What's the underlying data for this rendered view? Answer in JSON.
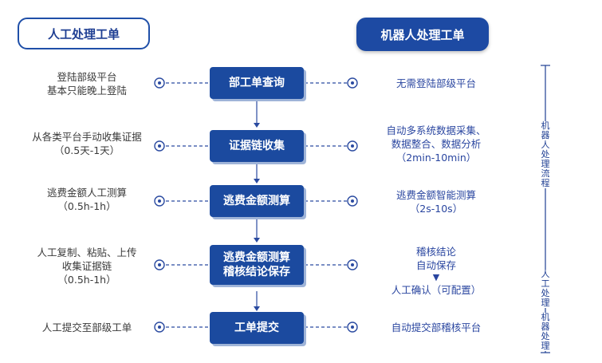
{
  "headers": {
    "left": "人工处理工单",
    "right": "机器人处理工单"
  },
  "steps": [
    {
      "label": "部工单查询"
    },
    {
      "label": "证据链收集"
    },
    {
      "label": "逃费金额测算"
    },
    {
      "label_line1": "逃费金额测算",
      "label_line2": "稽核结论保存"
    },
    {
      "label": "工单提交"
    }
  ],
  "manual": [
    {
      "line1": "登陆部级平台",
      "line2": "基本只能晚上登陆"
    },
    {
      "line1": "从各类平台手动收集证据",
      "line2": "（0.5天-1天）"
    },
    {
      "line1": "逃费金额人工测算",
      "line2": "（0.5h-1h）"
    },
    {
      "line1": "人工复制、粘贴、上传",
      "line2": "收集证据链",
      "line3": "（0.5h-1h）"
    },
    {
      "line1": "人工提交至部级工单"
    }
  ],
  "robot": [
    {
      "line1": "无需登陆部级平台"
    },
    {
      "line1": "自动多系统数据采集、",
      "line2": "数据整合、数据分析",
      "line3": "（2min-10min）"
    },
    {
      "line1": "逃费金额智能测算",
      "line2": "（2s-10s）"
    },
    {
      "line1": "稽核结论",
      "line2": "自动保存",
      "arrow": "▼",
      "line3": "人工确认（可配置）"
    },
    {
      "line1": "自动提交部稽核平台"
    }
  ],
  "side_labels": {
    "robot_flow": [
      "机",
      "器",
      "人",
      "处",
      "理",
      "流",
      "程"
    ],
    "manual_proc": [
      "人",
      "工",
      "处",
      "理"
    ],
    "machine_proc": [
      "机",
      "器",
      "处",
      "理"
    ]
  },
  "colors": {
    "primary": "#1b4a9f",
    "text_blue": "#2a46a0",
    "text_gray": "#3a3a3a"
  }
}
